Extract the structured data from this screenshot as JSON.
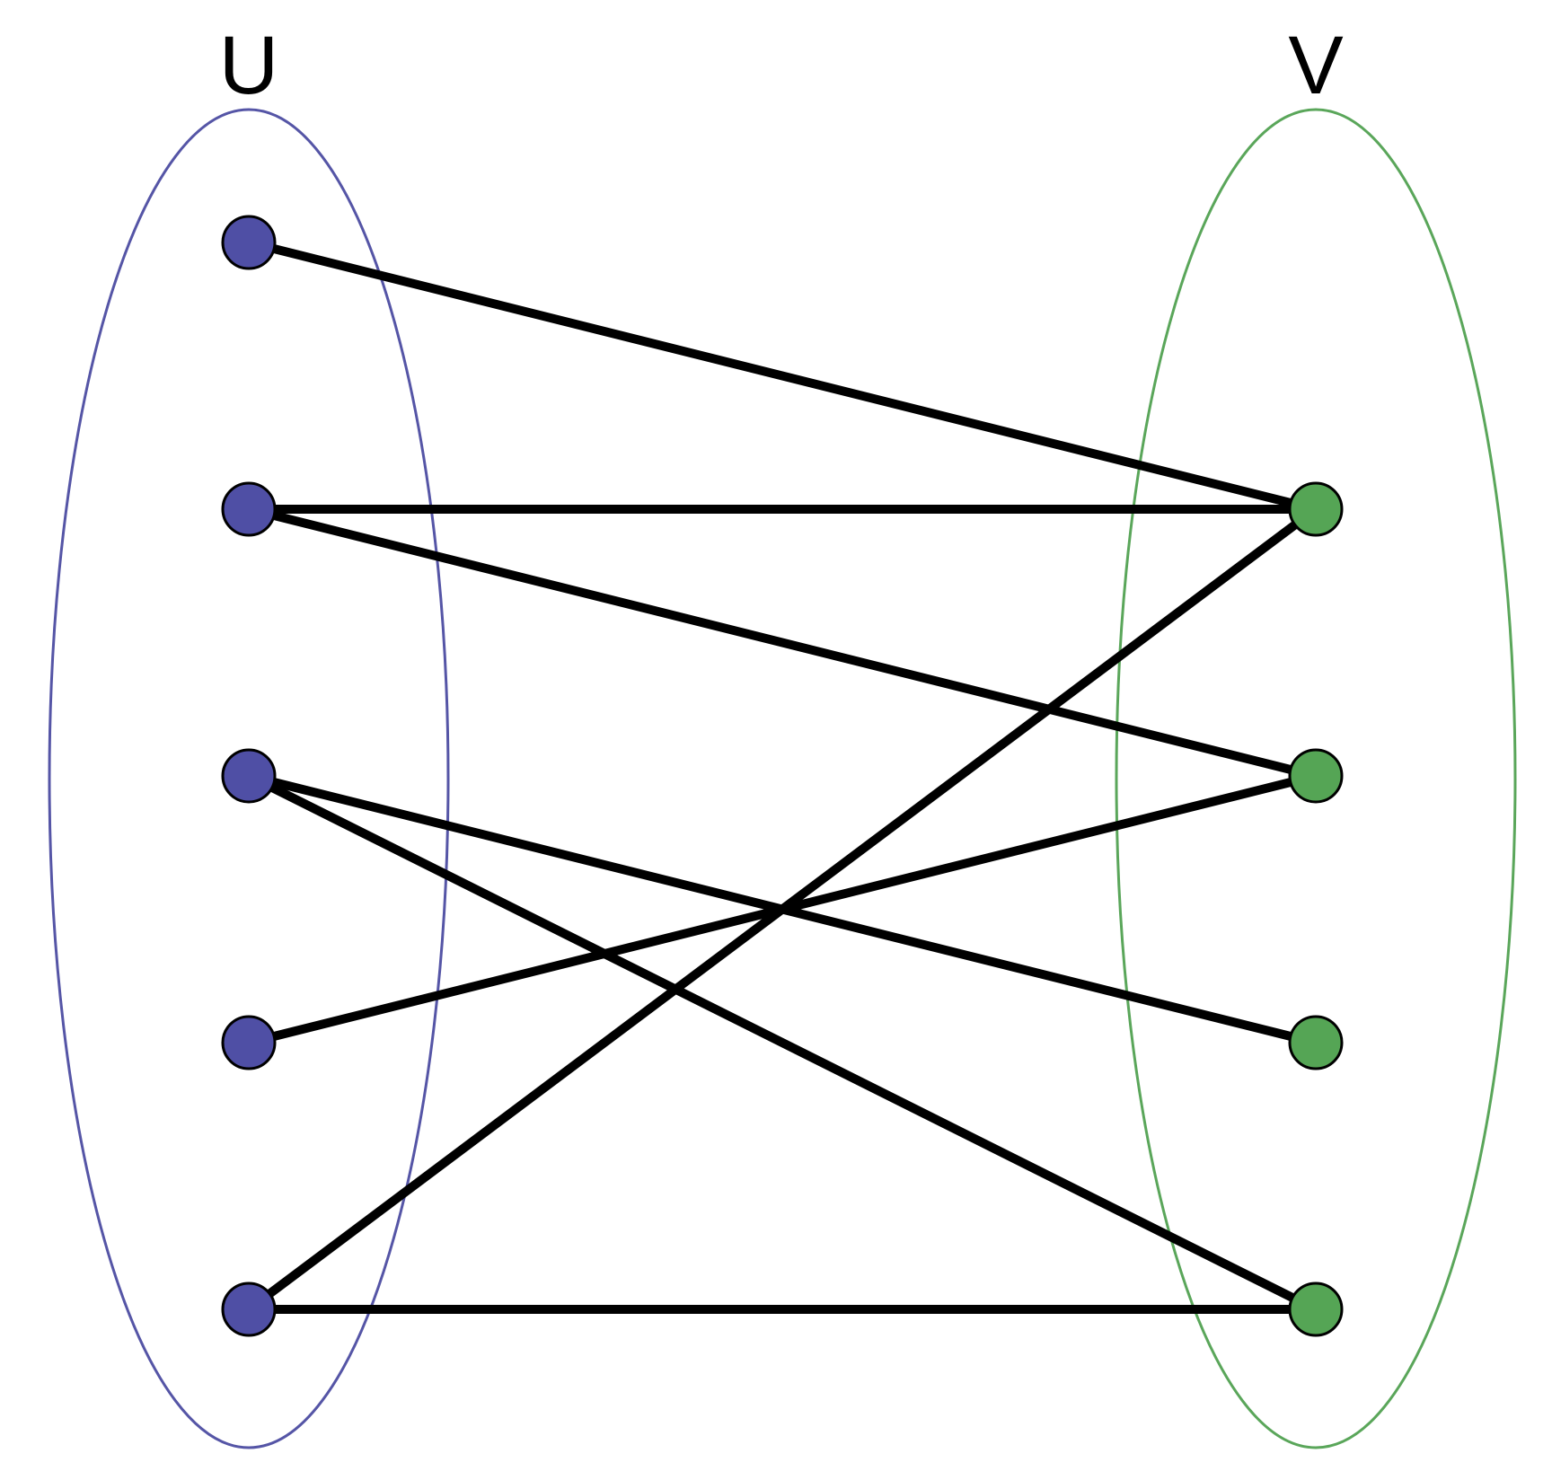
{
  "sets": [
    {
      "id": "U",
      "label": "U",
      "color": "#5555a6"
    },
    {
      "id": "V",
      "label": "V",
      "color": "#5aa65a"
    }
  ],
  "nodes": {
    "U": [
      {
        "id": "u1",
        "fill": "#4f4fa5"
      },
      {
        "id": "u2",
        "fill": "#4f4fa5"
      },
      {
        "id": "u3",
        "fill": "#4f4fa5"
      },
      {
        "id": "u4",
        "fill": "#4f4fa5"
      },
      {
        "id": "u5",
        "fill": "#4f4fa5"
      }
    ],
    "V": [
      {
        "id": "v1",
        "fill": "#55a555"
      },
      {
        "id": "v2",
        "fill": "#55a555"
      },
      {
        "id": "v3",
        "fill": "#55a555"
      },
      {
        "id": "v4",
        "fill": "#55a555"
      }
    ]
  },
  "edges": [
    {
      "from": "u1",
      "to": "v1"
    },
    {
      "from": "u2",
      "to": "v1"
    },
    {
      "from": "u2",
      "to": "v2"
    },
    {
      "from": "u3",
      "to": "v3"
    },
    {
      "from": "u3",
      "to": "v4"
    },
    {
      "from": "u4",
      "to": "v2"
    },
    {
      "from": "u5",
      "to": "v1"
    },
    {
      "from": "u5",
      "to": "v4"
    }
  ],
  "edge_color": "#000000"
}
